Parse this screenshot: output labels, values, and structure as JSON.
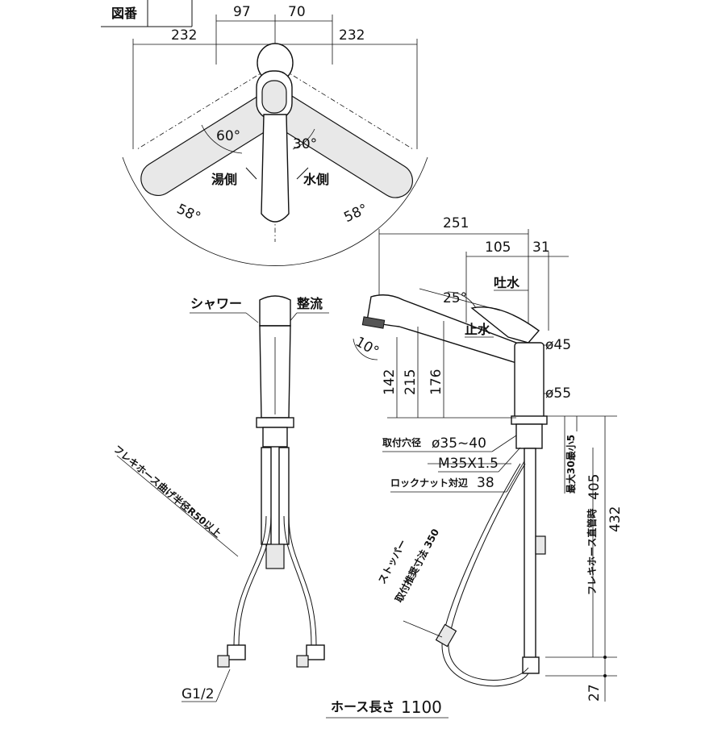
{
  "title_block": {
    "label": "図番"
  },
  "top_view": {
    "dims": {
      "left_offset": "97",
      "right_offset": "70",
      "left_swing": "232",
      "right_swing": "232"
    },
    "angles": {
      "hot_lever": "60°",
      "cold_lever": "30°",
      "left_spout": "58°",
      "right_spout": "58°"
    },
    "labels": {
      "hot_side": "湯側",
      "cold_side": "水側"
    }
  },
  "front_view": {
    "labels": {
      "shower": "シャワー",
      "stream": "整流",
      "flex_bend": "フレキホース曲げ半径R50以上",
      "thread": "G1/2"
    }
  },
  "side_view": {
    "dims": {
      "overall_reach": "251",
      "spout_offset": "105",
      "lever_offset": "31",
      "h142": "142",
      "h215": "215",
      "h176": "176",
      "d45": "ø45",
      "d55": "ø55",
      "d405": "405",
      "d432": "432",
      "d27": "27"
    },
    "angles": {
      "lever": "25°",
      "spout_tilt": "10°"
    },
    "labels": {
      "spout_water": "吐水",
      "stop_water": "止水",
      "mount_hole": "取付穴径",
      "mount_hole_size": "ø35~40",
      "thread_spec": "M35X1.5",
      "lock_nut": "ロックナット対辺",
      "lock_nut_size": "38",
      "max_thickness": "最大30最小5",
      "stopper_line1": "ストッパー",
      "stopper_line2": "取付推奨寸法 350",
      "flex_length": "フレキホース直管時",
      "hose_length_label": "ホース長さ",
      "hose_length": "1100"
    }
  }
}
